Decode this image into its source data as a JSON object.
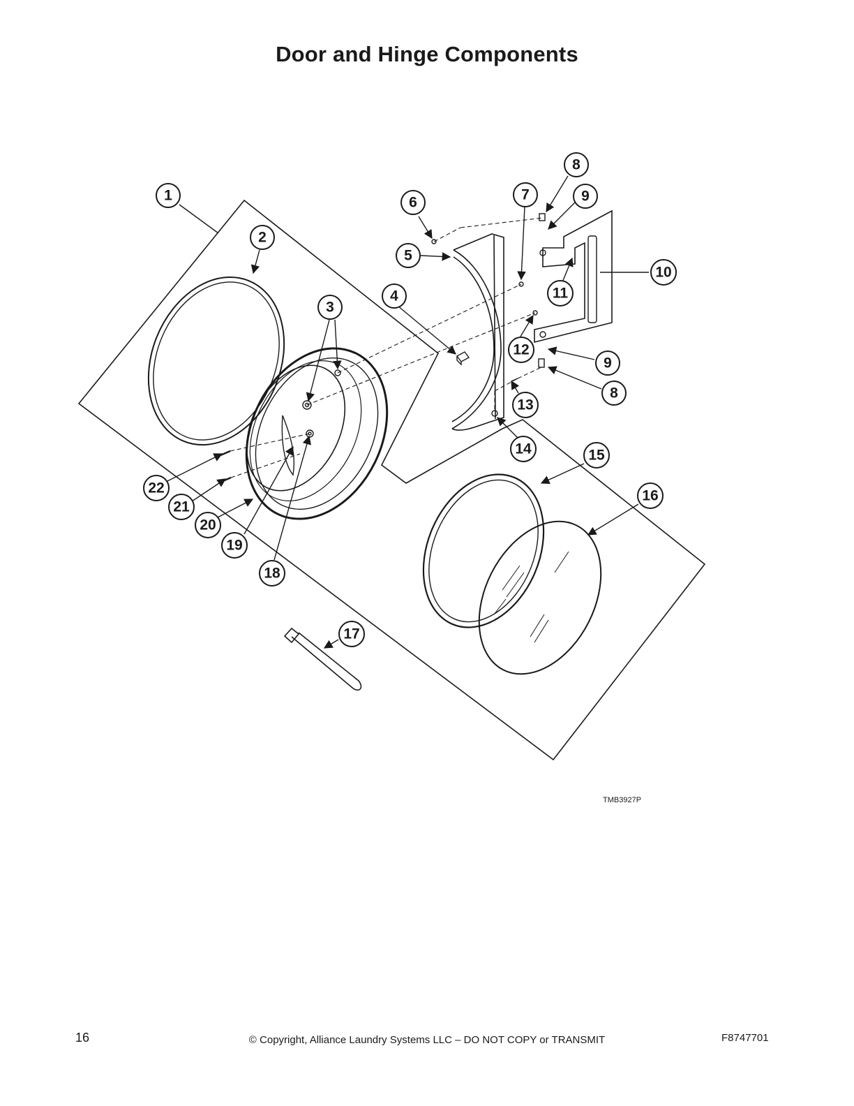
{
  "title": "Door and Hinge Components",
  "figure_code": "TMB3927P",
  "callouts": [
    {
      "id": "1",
      "label": "1"
    },
    {
      "id": "2",
      "label": "2"
    },
    {
      "id": "3",
      "label": "3"
    },
    {
      "id": "4",
      "label": "4"
    },
    {
      "id": "5",
      "label": "5"
    },
    {
      "id": "6",
      "label": "6"
    },
    {
      "id": "7",
      "label": "7"
    },
    {
      "id": "8a",
      "label": "8"
    },
    {
      "id": "9a",
      "label": "9"
    },
    {
      "id": "10",
      "label": "10"
    },
    {
      "id": "11",
      "label": "11"
    },
    {
      "id": "12",
      "label": "12"
    },
    {
      "id": "9b",
      "label": "9"
    },
    {
      "id": "8b",
      "label": "8"
    },
    {
      "id": "13",
      "label": "13"
    },
    {
      "id": "14",
      "label": "14"
    },
    {
      "id": "15",
      "label": "15"
    },
    {
      "id": "16",
      "label": "16"
    },
    {
      "id": "17",
      "label": "17"
    },
    {
      "id": "18",
      "label": "18"
    },
    {
      "id": "19",
      "label": "19"
    },
    {
      "id": "20",
      "label": "20"
    },
    {
      "id": "21",
      "label": "21"
    },
    {
      "id": "22",
      "label": "22"
    }
  ],
  "footer": {
    "page_number": "16",
    "copyright": "© Copyright, Alliance Laundry Systems LLC – DO NOT COPY or TRANSMIT",
    "doc_number": "F8747701"
  }
}
